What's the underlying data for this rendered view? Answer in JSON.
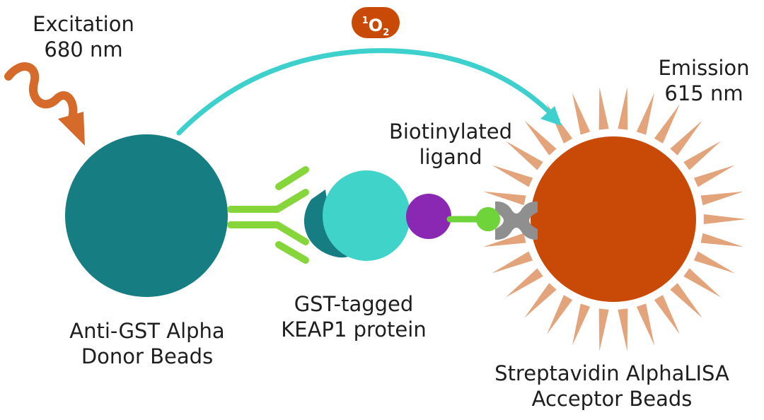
{
  "colors": {
    "donor_bead": "#167e83",
    "acceptor_bead": "#c84a06",
    "acceptor_rays": "#e3a47c",
    "excitation_arrow": "#d66a2a",
    "singlet_oxygen_arc": "#3ed0cc",
    "antibody": "#86d63b",
    "gst_tag": "#167e83",
    "keap1_protein": "#3fd3ca",
    "ligand_head": "#8a27b3",
    "biotin": "#6fd43a",
    "streptavidin": "#8f8f8f"
  },
  "labels": {
    "excitation_line1": "Excitation",
    "excitation_line2": "680 nm",
    "emission_line1": "Emission",
    "emission_line2": "615 nm",
    "ligand_line1": "Biotinylated",
    "ligand_line2": "ligand",
    "protein_line1": "GST-tagged",
    "protein_line2": "KEAP1 protein",
    "donor_line1": "Anti-GST Alpha",
    "donor_line2": "Donor Beads",
    "acceptor_line1": "Streptavidin AlphaLISA",
    "acceptor_line2": "Acceptor Beads"
  },
  "singlet_oxygen": {
    "superscript": "1",
    "element": "O",
    "subscript": "2"
  },
  "icons": {
    "excitation": "wavy-arrow-icon",
    "transfer": "curved-arrow-icon",
    "antibody": "y-shaped-antibody-icon",
    "streptavidin": "x-shaped-streptavidin-icon"
  }
}
